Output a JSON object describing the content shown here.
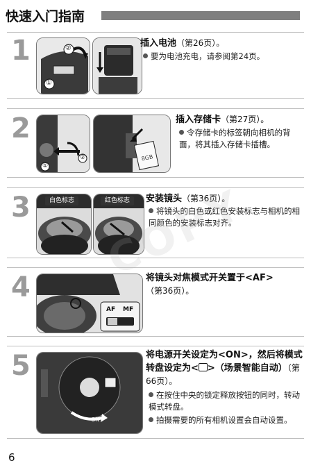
{
  "header": {
    "title": "快速入门指南"
  },
  "steps": [
    {
      "number": "1",
      "heading": "插入电池",
      "page_ref": "（第26页）。",
      "bullets": [
        "要为电池充电，请参阅第24页。"
      ],
      "callouts": [
        "②",
        "①"
      ]
    },
    {
      "number": "2",
      "heading": "插入存储卡",
      "page_ref": "（第27页）。",
      "bullets": [
        "令存储卡的标签朝向相机的背面，将其插入存储卡插槽。"
      ],
      "callouts": [
        "①",
        "②"
      ]
    },
    {
      "number": "3",
      "heading": "安装镜头",
      "page_ref": "（第36页）。",
      "bullets": [
        "将镜头的白色或红色安装标志与相机的相同颜色的安装标志对齐。"
      ],
      "tags": [
        "白色标志",
        "红色标志"
      ]
    },
    {
      "number": "4",
      "heading": "将镜头对焦模式开关置于<AF>",
      "page_ref": "（第36页）。",
      "bullets": [],
      "switch_labels": [
        "AF",
        "MF"
      ]
    },
    {
      "number": "5",
      "heading": "将电源开关设定为<ON>，然后将模式转盘设定为<",
      "heading_tail": ">（场景智能自动）",
      "page_ref": "（第66页）。",
      "bullets": [
        "在按住中央的锁定释放按钮的同时，转动模式转盘。",
        "拍摄需要的所有相机设置会自动设置。"
      ],
      "dial_label": "ON"
    }
  ],
  "footer": {
    "page_number": "6"
  }
}
